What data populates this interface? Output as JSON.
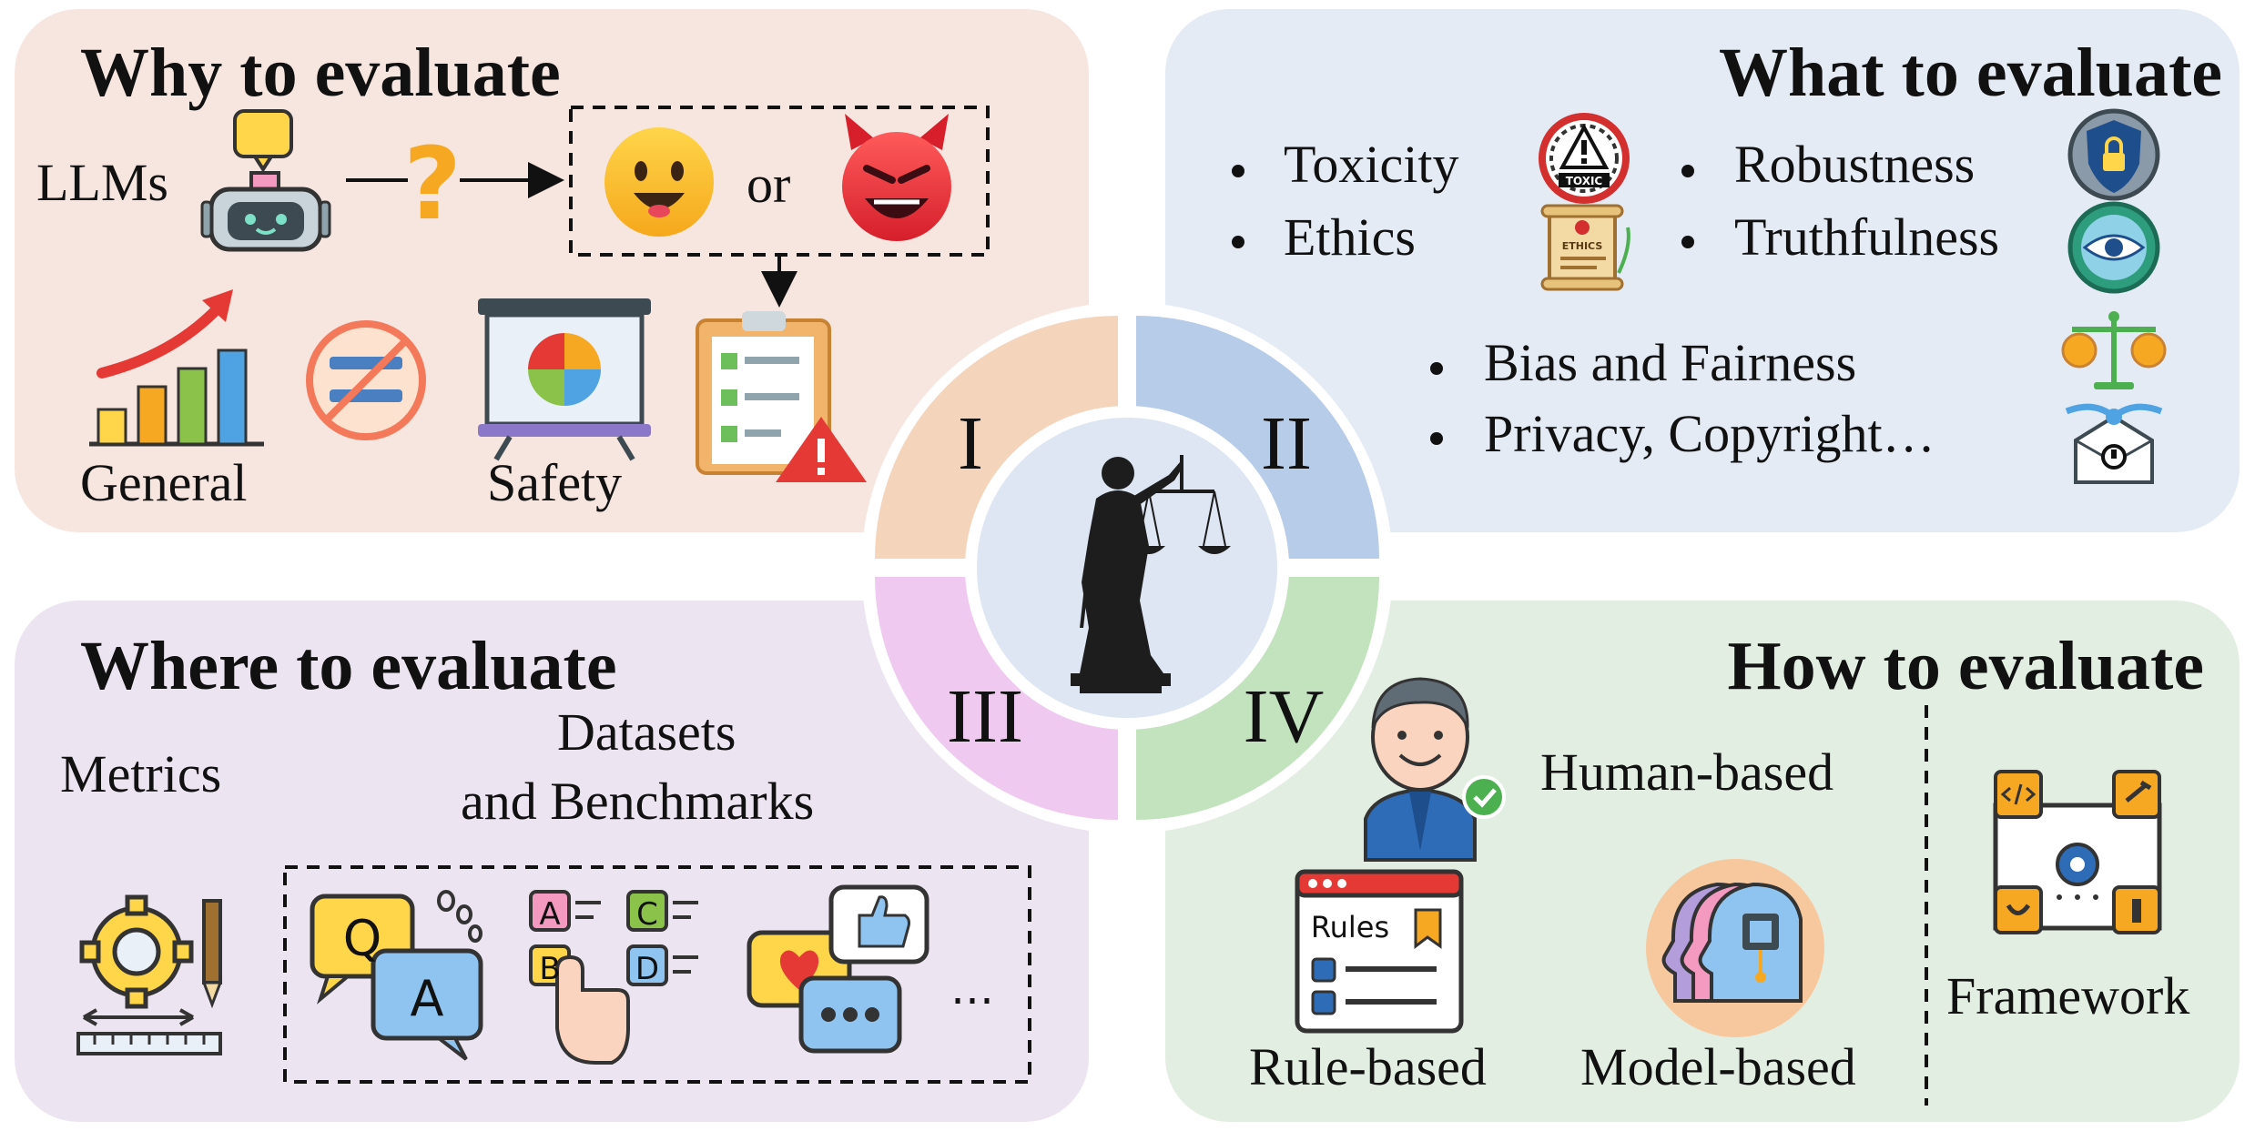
{
  "why": {
    "title": "Why to evaluate",
    "llms": "LLMs",
    "or": "or",
    "general": "General",
    "safety": "Safety"
  },
  "what": {
    "title": "What to evaluate",
    "items": [
      "Toxicity",
      "Ethics",
      "Robustness",
      "Truthfulness",
      "Bias and Fairness",
      "Privacy, Copyright…"
    ],
    "icon_text_toxic": "TOXIC",
    "icon_text_ethics": "ETHICS"
  },
  "where": {
    "title": "Where to evaluate",
    "metrics": "Metrics",
    "datasets_line1": "Datasets",
    "datasets_line2": "and Benchmarks",
    "qa_q": "Q",
    "qa_a": "A",
    "opts": [
      "A",
      "B",
      "C",
      "D"
    ],
    "ellipsis": "…"
  },
  "how": {
    "title": "How to evaluate",
    "human": "Human-based",
    "rule": "Rule-based",
    "model": "Model-based",
    "framework": "Framework",
    "rules_card": "Rules"
  },
  "center": {
    "numerals": [
      "I",
      "II",
      "III",
      "IV"
    ]
  },
  "colors": {
    "panel_why": "#f7e6df",
    "panel_what": "#e4ebf5",
    "panel_where": "#ede4f1",
    "panel_how": "#e3eee3",
    "q1": "#f4d5bc",
    "q2": "#b7cce8",
    "q3": "#efc9ef",
    "q4": "#c3e3bf",
    "core": "#dde6f2"
  }
}
